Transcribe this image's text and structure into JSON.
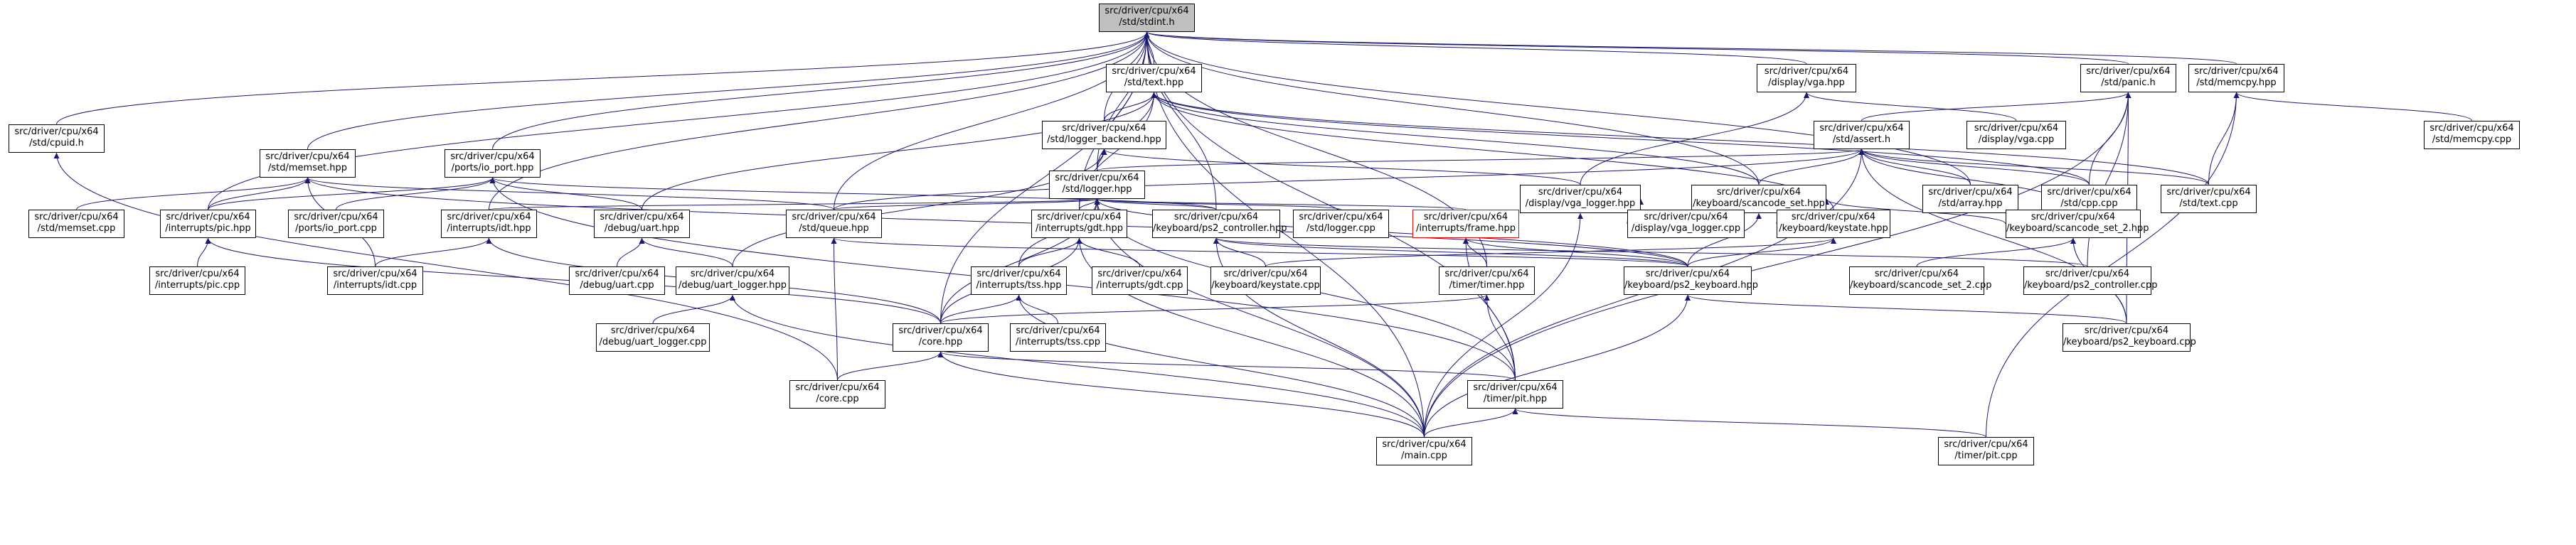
{
  "graph": {
    "root": "stdint",
    "nodes": [
      {
        "id": "stdint",
        "lines": [
          "src/driver/cpu/x64",
          "/std/stdint.h"
        ],
        "style": "root"
      },
      {
        "id": "cpuid",
        "lines": [
          "src/driver/cpu/x64",
          "/std/cpuid.h"
        ]
      },
      {
        "id": "text_hpp",
        "lines": [
          "src/driver/cpu/x64",
          "/std/text.hpp"
        ]
      },
      {
        "id": "vga_hpp",
        "lines": [
          "src/driver/cpu/x64",
          "/display/vga.hpp"
        ]
      },
      {
        "id": "panic_h",
        "lines": [
          "src/driver/cpu/x64",
          "/std/panic.h"
        ]
      },
      {
        "id": "memcpy_hpp",
        "lines": [
          "src/driver/cpu/x64",
          "/std/memcpy.hpp"
        ]
      },
      {
        "id": "logger_backend",
        "lines": [
          "src/driver/cpu/x64",
          "/std/logger_backend.hpp"
        ]
      },
      {
        "id": "vga_cpp",
        "lines": [
          "src/driver/cpu/x64",
          "/display/vga.cpp"
        ]
      },
      {
        "id": "assert_h",
        "lines": [
          "src/driver/cpu/x64",
          "/std/assert.h"
        ]
      },
      {
        "id": "memcpy_cpp",
        "lines": [
          "src/driver/cpu/x64",
          "/std/memcpy.cpp"
        ]
      },
      {
        "id": "memset_hpp",
        "lines": [
          "src/driver/cpu/x64",
          "/std/memset.hpp"
        ]
      },
      {
        "id": "io_port_hpp",
        "lines": [
          "src/driver/cpu/x64",
          "/ports/io_port.hpp"
        ]
      },
      {
        "id": "logger_hpp",
        "lines": [
          "src/driver/cpu/x64",
          "/std/logger.hpp"
        ]
      },
      {
        "id": "vga_logger_hpp",
        "lines": [
          "src/driver/cpu/x64",
          "/display/vga_logger.hpp"
        ]
      },
      {
        "id": "scancode_set_hpp",
        "lines": [
          "src/driver/cpu/x64",
          "/keyboard/scancode_set.hpp"
        ]
      },
      {
        "id": "array_hpp",
        "lines": [
          "src/driver/cpu/x64",
          "/std/array.hpp"
        ]
      },
      {
        "id": "cpp_cpp",
        "lines": [
          "src/driver/cpu/x64",
          "/std/cpp.cpp"
        ]
      },
      {
        "id": "text_cpp",
        "lines": [
          "src/driver/cpu/x64",
          "/std/text.cpp"
        ]
      },
      {
        "id": "memset_cpp",
        "lines": [
          "src/driver/cpu/x64",
          "/std/memset.cpp"
        ]
      },
      {
        "id": "pic_hpp",
        "lines": [
          "src/driver/cpu/x64",
          "/interrupts/pic.hpp"
        ]
      },
      {
        "id": "io_port_cpp",
        "lines": [
          "src/driver/cpu/x64",
          "/ports/io_port.cpp"
        ]
      },
      {
        "id": "idt_hpp",
        "lines": [
          "src/driver/cpu/x64",
          "/interrupts/idt.hpp"
        ]
      },
      {
        "id": "uart_hpp",
        "lines": [
          "src/driver/cpu/x64",
          "/debug/uart.hpp"
        ]
      },
      {
        "id": "queue_hpp",
        "lines": [
          "src/driver/cpu/x64",
          "/std/queue.hpp"
        ]
      },
      {
        "id": "gdt_hpp",
        "lines": [
          "src/driver/cpu/x64",
          "/interrupts/gdt.hpp"
        ]
      },
      {
        "id": "ps2_ctrl_hpp",
        "lines": [
          "src/driver/cpu/x64",
          "/keyboard/ps2_controller.hpp"
        ]
      },
      {
        "id": "logger_cpp",
        "lines": [
          "src/driver/cpu/x64",
          "/std/logger.cpp"
        ]
      },
      {
        "id": "frame_hpp",
        "lines": [
          "src/driver/cpu/x64",
          "/interrupts/frame.hpp"
        ],
        "style": "red"
      },
      {
        "id": "vga_logger_cpp",
        "lines": [
          "src/driver/cpu/x64",
          "/display/vga_logger.cpp"
        ]
      },
      {
        "id": "keystate_hpp",
        "lines": [
          "src/driver/cpu/x64",
          "/keyboard/keystate.hpp"
        ]
      },
      {
        "id": "scancode_set2_hpp",
        "lines": [
          "src/driver/cpu/x64",
          "/keyboard/scancode_set_2.hpp"
        ]
      },
      {
        "id": "pic_cpp",
        "lines": [
          "src/driver/cpu/x64",
          "/interrupts/pic.cpp"
        ]
      },
      {
        "id": "idt_cpp",
        "lines": [
          "src/driver/cpu/x64",
          "/interrupts/idt.cpp"
        ]
      },
      {
        "id": "uart_cpp",
        "lines": [
          "src/driver/cpu/x64",
          "/debug/uart.cpp"
        ]
      },
      {
        "id": "uart_logger_hpp",
        "lines": [
          "src/driver/cpu/x64",
          "/debug/uart_logger.hpp"
        ]
      },
      {
        "id": "tss_hpp",
        "lines": [
          "src/driver/cpu/x64",
          "/interrupts/tss.hpp"
        ]
      },
      {
        "id": "gdt_cpp",
        "lines": [
          "src/driver/cpu/x64",
          "/interrupts/gdt.cpp"
        ]
      },
      {
        "id": "keystate_cpp",
        "lines": [
          "src/driver/cpu/x64",
          "/keyboard/keystate.cpp"
        ]
      },
      {
        "id": "timer_hpp",
        "lines": [
          "src/driver/cpu/x64",
          "/timer/timer.hpp"
        ]
      },
      {
        "id": "ps2_kbd_hpp",
        "lines": [
          "src/driver/cpu/x64",
          "/keyboard/ps2_keyboard.hpp"
        ]
      },
      {
        "id": "scancode_set2_cpp",
        "lines": [
          "src/driver/cpu/x64",
          "/keyboard/scancode_set_2.cpp"
        ]
      },
      {
        "id": "ps2_ctrl_cpp",
        "lines": [
          "src/driver/cpu/x64",
          "/keyboard/ps2_controller.cpp"
        ]
      },
      {
        "id": "uart_logger_cpp",
        "lines": [
          "src/driver/cpu/x64",
          "/debug/uart_logger.cpp"
        ]
      },
      {
        "id": "core_hpp",
        "lines": [
          "src/driver/cpu/x64",
          "/core.hpp"
        ]
      },
      {
        "id": "tss_cpp",
        "lines": [
          "src/driver/cpu/x64",
          "/interrupts/tss.cpp"
        ]
      },
      {
        "id": "ps2_kbd_cpp",
        "lines": [
          "src/driver/cpu/x64",
          "/keyboard/ps2_keyboard.cpp"
        ]
      },
      {
        "id": "core_cpp",
        "lines": [
          "src/driver/cpu/x64",
          "/core.cpp"
        ]
      },
      {
        "id": "pit_hpp",
        "lines": [
          "src/driver/cpu/x64",
          "/timer/pit.hpp"
        ]
      },
      {
        "id": "main_cpp",
        "lines": [
          "src/driver/cpu/x64",
          "/main.cpp"
        ]
      },
      {
        "id": "pit_cpp",
        "lines": [
          "src/driver/cpu/x64",
          "/timer/pit.cpp"
        ]
      }
    ],
    "edges": [
      [
        "cpuid",
        "stdint"
      ],
      [
        "text_hpp",
        "stdint"
      ],
      [
        "vga_hpp",
        "stdint"
      ],
      [
        "panic_h",
        "stdint"
      ],
      [
        "memcpy_hpp",
        "stdint"
      ],
      [
        "logger_backend",
        "stdint"
      ],
      [
        "memset_hpp",
        "stdint"
      ],
      [
        "io_port_hpp",
        "stdint"
      ],
      [
        "logger_hpp",
        "stdint"
      ],
      [
        "scancode_set_hpp",
        "stdint"
      ],
      [
        "array_hpp",
        "stdint"
      ],
      [
        "pic_hpp",
        "stdint"
      ],
      [
        "idt_hpp",
        "stdint"
      ],
      [
        "queue_hpp",
        "stdint"
      ],
      [
        "gdt_hpp",
        "stdint"
      ],
      [
        "ps2_ctrl_hpp",
        "stdint"
      ],
      [
        "core_hpp",
        "stdint"
      ],
      [
        "timer_hpp",
        "stdint"
      ],
      [
        "main_cpp",
        "stdint"
      ],
      [
        "pit_hpp",
        "stdint"
      ],
      [
        "core_cpp",
        "cpuid"
      ],
      [
        "logger_backend",
        "text_hpp"
      ],
      [
        "logger_hpp",
        "text_hpp"
      ],
      [
        "text_cpp",
        "text_hpp"
      ],
      [
        "uart_hpp",
        "text_hpp"
      ],
      [
        "scancode_set_hpp",
        "text_hpp"
      ],
      [
        "gdt_hpp",
        "text_hpp"
      ],
      [
        "keystate_hpp",
        "text_hpp"
      ],
      [
        "cpp_cpp",
        "text_hpp"
      ],
      [
        "vga_logger_hpp",
        "vga_hpp"
      ],
      [
        "vga_cpp",
        "vga_hpp"
      ],
      [
        "assert_h",
        "panic_h"
      ],
      [
        "cpp_cpp",
        "panic_h"
      ],
      [
        "ps2_ctrl_cpp",
        "panic_h"
      ],
      [
        "ps2_kbd_cpp",
        "panic_h"
      ],
      [
        "main_cpp",
        "panic_h"
      ],
      [
        "text_cpp",
        "memcpy_hpp"
      ],
      [
        "memcpy_cpp",
        "memcpy_hpp"
      ],
      [
        "pit_cpp",
        "memcpy_hpp"
      ],
      [
        "logger_hpp",
        "logger_backend"
      ],
      [
        "vga_logger_hpp",
        "logger_backend"
      ],
      [
        "uart_logger_hpp",
        "logger_backend"
      ],
      [
        "logger_hpp",
        "assert_h"
      ],
      [
        "queue_hpp",
        "assert_h"
      ],
      [
        "scancode_set_hpp",
        "assert_h"
      ],
      [
        "array_hpp",
        "assert_h"
      ],
      [
        "cpp_cpp",
        "assert_h"
      ],
      [
        "text_cpp",
        "assert_h"
      ],
      [
        "scancode_set2_hpp",
        "assert_h"
      ],
      [
        "ps2_kbd_cpp",
        "assert_h"
      ],
      [
        "main_cpp",
        "assert_h"
      ],
      [
        "memset_cpp",
        "memset_hpp"
      ],
      [
        "pic_hpp",
        "memset_hpp"
      ],
      [
        "idt_cpp",
        "memset_hpp"
      ],
      [
        "queue_hpp",
        "memset_hpp"
      ],
      [
        "ps2_kbd_hpp",
        "memset_hpp"
      ],
      [
        "pic_hpp",
        "io_port_hpp"
      ],
      [
        "io_port_cpp",
        "io_port_hpp"
      ],
      [
        "uart_hpp",
        "io_port_hpp"
      ],
      [
        "ps2_ctrl_hpp",
        "io_port_hpp"
      ],
      [
        "pit_hpp",
        "io_port_hpp"
      ],
      [
        "idt_hpp",
        "logger_hpp"
      ],
      [
        "queue_hpp",
        "logger_hpp"
      ],
      [
        "gdt_hpp",
        "logger_hpp"
      ],
      [
        "ps2_ctrl_hpp",
        "logger_hpp"
      ],
      [
        "logger_cpp",
        "logger_hpp"
      ],
      [
        "frame_hpp",
        "logger_hpp"
      ],
      [
        "tss_hpp",
        "logger_hpp"
      ],
      [
        "core_hpp",
        "logger_hpp"
      ],
      [
        "ps2_kbd_hpp",
        "logger_hpp"
      ],
      [
        "pit_hpp",
        "logger_hpp"
      ],
      [
        "main_cpp",
        "logger_hpp"
      ],
      [
        "vga_logger_cpp",
        "vga_logger_hpp"
      ],
      [
        "main_cpp",
        "vga_logger_hpp"
      ],
      [
        "keystate_hpp",
        "scancode_set_hpp"
      ],
      [
        "scancode_set2_hpp",
        "scancode_set_hpp"
      ],
      [
        "ps2_kbd_hpp",
        "scancode_set_hpp"
      ],
      [
        "pic_cpp",
        "pic_hpp"
      ],
      [
        "core_hpp",
        "pic_hpp"
      ],
      [
        "idt_cpp",
        "idt_hpp"
      ],
      [
        "core_hpp",
        "idt_hpp"
      ],
      [
        "uart_cpp",
        "uart_hpp"
      ],
      [
        "uart_logger_hpp",
        "uart_hpp"
      ],
      [
        "core_cpp",
        "queue_hpp"
      ],
      [
        "ps2_kbd_hpp",
        "queue_hpp"
      ],
      [
        "gdt_cpp",
        "gdt_hpp"
      ],
      [
        "tss_hpp",
        "gdt_hpp"
      ],
      [
        "core_hpp",
        "gdt_hpp"
      ],
      [
        "main_cpp",
        "gdt_hpp"
      ],
      [
        "keystate_cpp",
        "ps2_ctrl_hpp"
      ],
      [
        "ps2_kbd_hpp",
        "ps2_ctrl_hpp"
      ],
      [
        "ps2_ctrl_cpp",
        "ps2_ctrl_hpp"
      ],
      [
        "main_cpp",
        "ps2_ctrl_hpp"
      ],
      [
        "timer_hpp",
        "frame_hpp"
      ],
      [
        "pit_hpp",
        "frame_hpp"
      ],
      [
        "ps2_kbd_hpp",
        "frame_hpp"
      ],
      [
        "keystate_cpp",
        "keystate_hpp"
      ],
      [
        "ps2_kbd_hpp",
        "keystate_hpp"
      ],
      [
        "scancode_set2_cpp",
        "scancode_set2_hpp"
      ],
      [
        "ps2_kbd_cpp",
        "scancode_set2_hpp"
      ],
      [
        "uart_logger_cpp",
        "uart_logger_hpp"
      ],
      [
        "main_cpp",
        "uart_logger_hpp"
      ],
      [
        "core_hpp",
        "tss_hpp"
      ],
      [
        "tss_cpp",
        "tss_hpp"
      ],
      [
        "main_cpp",
        "tss_hpp"
      ],
      [
        "core_hpp",
        "timer_hpp"
      ],
      [
        "pit_hpp",
        "timer_hpp"
      ],
      [
        "ps2_kbd_cpp",
        "ps2_kbd_hpp"
      ],
      [
        "main_cpp",
        "ps2_kbd_hpp"
      ],
      [
        "core_cpp",
        "core_hpp"
      ],
      [
        "main_cpp",
        "core_hpp"
      ],
      [
        "pit_hpp",
        "core_hpp"
      ],
      [
        "main_cpp",
        "pit_hpp"
      ],
      [
        "pit_cpp",
        "pit_hpp"
      ]
    ]
  }
}
